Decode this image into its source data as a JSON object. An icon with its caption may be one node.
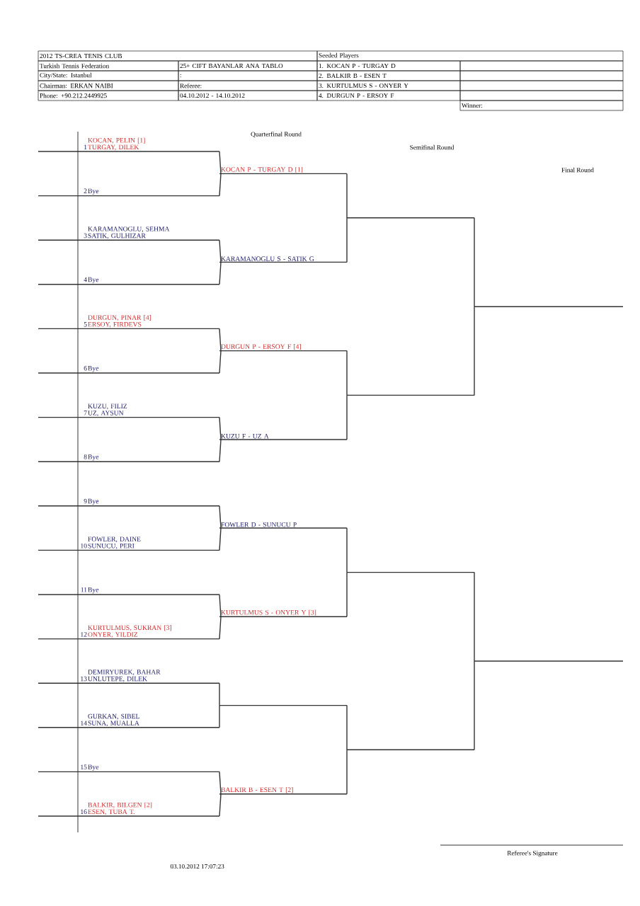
{
  "diagram": {
    "nodes": [
      {
        "text": [
          "KOCAN, PELIN [1]",
          "1",
          "TURGAY, DILEK"
        ]
      },
      {
        "text": [
          "2",
          "Bye"
        ]
      },
      {
        "text": [
          "KARAMANOGLU, SEHMA",
          "3",
          "SATIK, GULHIZAR"
        ]
      },
      {
        "text": [
          "4",
          "Bye"
        ]
      },
      {
        "text": [
          "DURGUN, PINAR [4]",
          "5",
          "ERSOY, FIRDEVS"
        ]
      },
      {
        "text": [
          "6",
          "Bye"
        ]
      },
      {
        "text": [
          "KUZU, FILIZ",
          "7",
          "UZ, AYSUN"
        ]
      },
      {
        "text": [
          "8",
          "Bye"
        ]
      },
      {
        "text": [
          "9",
          "Bye"
        ]
      },
      {
        "text": [
          "FOWLER, DAINE",
          "10",
          "SUNUCU, PERI"
        ]
      },
      {
        "text": [
          "11",
          "Bye"
        ]
      },
      {
        "text": [
          "KURTULMUS, SUKRAN [3]",
          "12",
          "ONYER, YILDIZ"
        ]
      },
      {
        "text": [
          "DEMIRYUREK, BAHAR",
          "13",
          "UNLUTEPE, DILEK"
        ]
      },
      {
        "text": [
          "GURKAN, SIBEL",
          "14",
          "SUNA, MUALLA"
        ]
      },
      {
        "text": [
          "15",
          "Bye"
        ]
      },
      {
        "text": [
          "BALKIR, BILGEN [2]",
          "16",
          "ESEN, TUBA T."
        ]
      },
      {
        "text": [
          "KOCAN P - TURGAY D [1]"
        ]
      },
      {
        "text": [
          "KARAMANOGLU S - SATIK G"
        ]
      },
      {
        "text": [
          "DURGUN P - ERSOY F [4]"
        ]
      },
      {
        "text": [
          "KUZU F - UZ A"
        ]
      },
      {
        "text": [
          "FOWLER D - SUNUCU P"
        ]
      },
      {
        "text": [
          "KURTULMUS S - ONYER Y [3]"
        ]
      },
      {
        "text": [],
        "shape": "line"
      },
      {
        "text": [
          "BALKIR B - ESEN T [2]"
        ]
      },
      {
        "text": [],
        "shape": "line"
      },
      {
        "text": [],
        "shape": "line"
      },
      {
        "text": [],
        "shape": "line"
      },
      {
        "text": [],
        "shape": "line"
      },
      {
        "text": [],
        "shape": "line"
      },
      {
        "text": [],
        "shape": "line"
      }
    ],
    "edges": [
      {
        "from": 0,
        "to": 16,
        "arrow": "none"
      },
      {
        "from": 1,
        "to": 16,
        "arrow": "none"
      },
      {
        "from": 2,
        "to": 17,
        "arrow": "none"
      },
      {
        "from": 3,
        "to": 17,
        "arrow": "none"
      },
      {
        "from": 4,
        "to": 18,
        "arrow": "none"
      },
      {
        "from": 5,
        "to": 18,
        "arrow": "none"
      },
      {
        "from": 6,
        "to": 19,
        "arrow": "none"
      },
      {
        "from": 7,
        "to": 19,
        "arrow": "none"
      },
      {
        "from": 8,
        "to": 20,
        "arrow": "none"
      },
      {
        "from": 9,
        "to": 20,
        "arrow": "none"
      },
      {
        "from": 10,
        "to": 21,
        "arrow": "none"
      },
      {
        "from": 11,
        "to": 21,
        "arrow": "none"
      },
      {
        "from": 12,
        "to": 22,
        "arrow": "none"
      },
      {
        "from": 13,
        "to": 22,
        "arrow": "none"
      },
      {
        "from": 14,
        "to": 23,
        "arrow": "none"
      },
      {
        "from": 15,
        "to": 23,
        "arrow": "none"
      },
      {
        "from": 16,
        "to": 24,
        "arrow": "none"
      },
      {
        "from": 17,
        "to": 24,
        "arrow": "none"
      },
      {
        "from": 18,
        "to": 25,
        "arrow": "none"
      },
      {
        "from": 19,
        "to": 25,
        "arrow": "none"
      },
      {
        "from": 20,
        "to": 26,
        "arrow": "none"
      },
      {
        "from": 21,
        "to": 26,
        "arrow": "none"
      },
      {
        "from": 22,
        "to": 27,
        "arrow": "none"
      },
      {
        "from": 23,
        "to": 27,
        "arrow": "none"
      },
      {
        "from": 24,
        "to": 28,
        "arrow": "none"
      },
      {
        "from": 25,
        "to": 28,
        "arrow": "none"
      },
      {
        "from": 26,
        "to": 29,
        "arrow": "none"
      },
      {
        "from": 27,
        "to": 29,
        "arrow": "none"
      }
    ],
    "labels": [
      "2012 TS-CREA TENIS CLUB",
      "Seeded Players",
      "Turkish Tennis Federation",
      "25+ CIFT BAYANLAR ANA TABLO",
      "1. KOCAN P - TURGAY D",
      "City/State:  Istanbul",
      ":",
      "2. BALKIR B - ESEN T",
      "Chairman:  ERKAN NAIBI",
      "Referee:",
      "3. KURTULMUS S - ONYER Y",
      "Phone:      +90.212.2449925",
      "04.10.2012 - 14.10.2012",
      "4. DURGUN P - ERSOY F",
      "Winner:",
      "Quarterfinal Round",
      "Semifinal Round",
      "Final Round",
      "03.10.2012 17:07:23",
      "Referee's Signature"
    ]
  }
}
